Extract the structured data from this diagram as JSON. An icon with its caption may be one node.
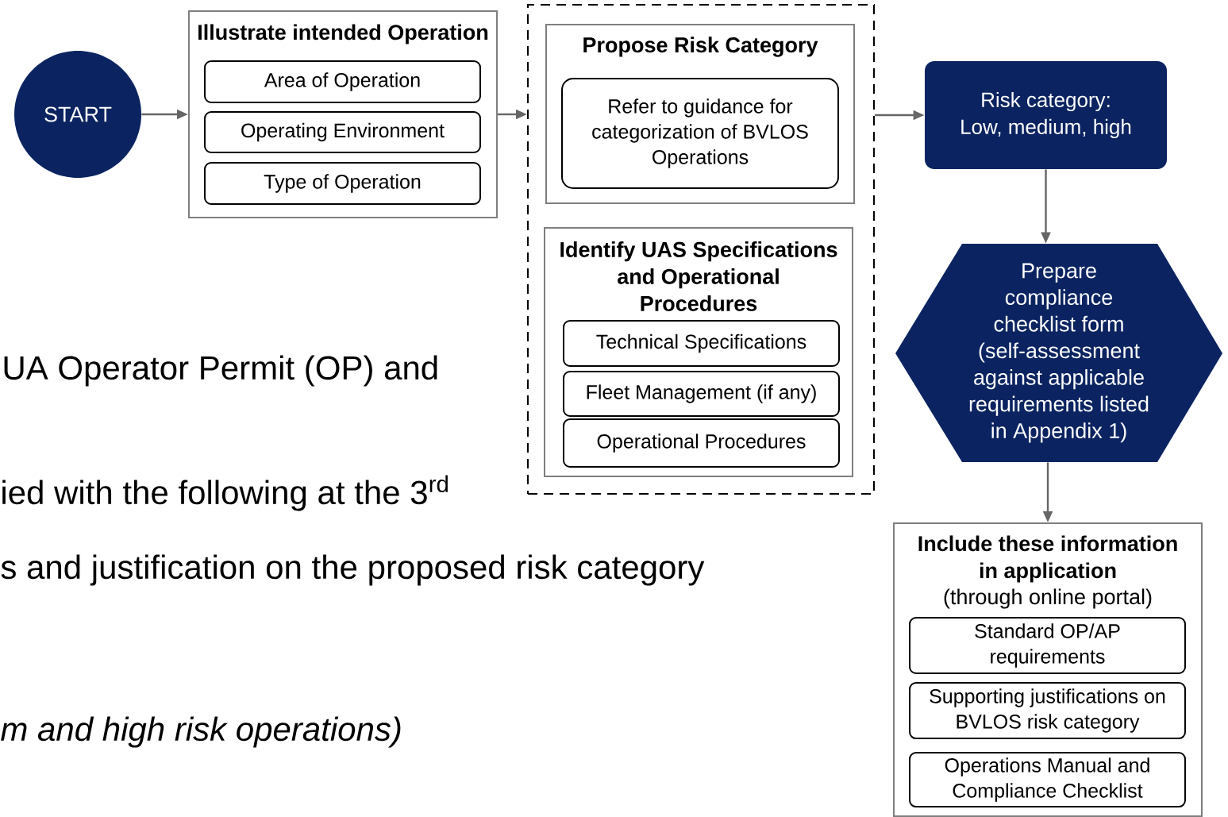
{
  "diagram": {
    "nodes": [
      {
        "text": [
          "START"
        ]
      },
      {
        "text": [
          "Illustrate intended Operation"
        ]
      },
      {
        "text": [
          "Area of Operation"
        ],
        "in": 1
      },
      {
        "text": [
          "Operating Environment"
        ],
        "in": 1
      },
      {
        "text": [
          "Type of Operation"
        ],
        "in": 1
      },
      {
        "text": [],
        "shape": "box"
      },
      {
        "text": [
          "Propose Risk Category"
        ],
        "in": 5
      },
      {
        "text": [
          "Refer to guidance for categorization of BVLOS Operations"
        ],
        "in": 6
      },
      {
        "text": [
          "Identify UAS Specifications and Operational Procedures"
        ],
        "in": 5
      },
      {
        "text": [
          "Technical Specifications"
        ],
        "in": 8
      },
      {
        "text": [
          "Fleet Management (if any)"
        ],
        "in": 8
      },
      {
        "text": [
          "Operational Procedures"
        ],
        "in": 8
      },
      {
        "text": [
          "Risk category: Low, medium, high"
        ]
      },
      {
        "text": [
          "Prepare compliance checklist form (self-assessment against applicable requirements listed in Appendix 1)"
        ]
      },
      {
        "text": [
          "Include these information in application",
          "(through online portal)"
        ]
      },
      {
        "text": [
          "Standard OP/AP requirements"
        ],
        "in": 14
      },
      {
        "text": [
          "Supporting justifications on BVLOS risk category"
        ],
        "in": 14
      },
      {
        "text": [
          "Operations Manual and Compliance Checklist"
        ],
        "in": 14
      }
    ],
    "edges": [
      {
        "from": 0,
        "to": 1,
        "arrow": "to"
      },
      {
        "from": 1,
        "to": 5,
        "arrow": "to"
      },
      {
        "from": 5,
        "to": 12,
        "arrow": "to"
      },
      {
        "from": 12,
        "to": 13,
        "arrow": "to"
      },
      {
        "from": 13,
        "to": 14,
        "arrow": "to"
      }
    ],
    "labels": [
      "UA Operator Permit (OP) and",
      "ied with the following at the 3$^{rd}$",
      "s and justification on the proposed risk category",
      "m and high risk operations)"
    ]
  }
}
